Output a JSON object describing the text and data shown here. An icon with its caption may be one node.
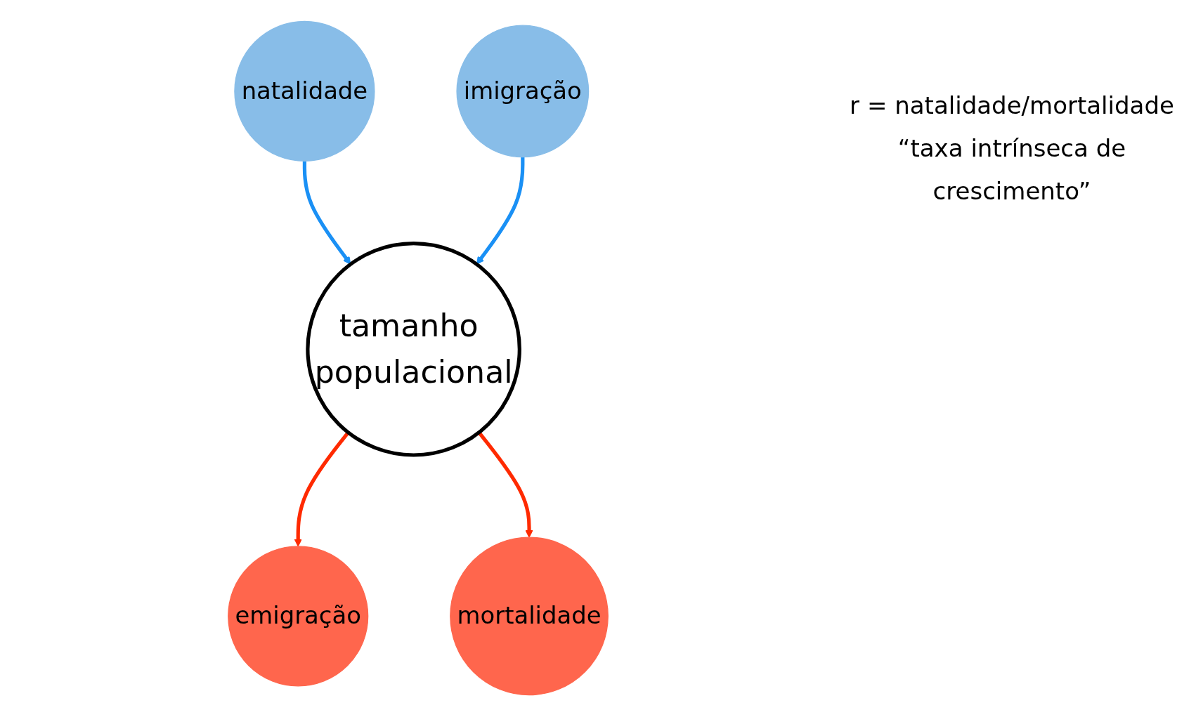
{
  "diagram": {
    "nodes": [
      {
        "text": [
          "natalidade"
        ]
      },
      {
        "text": [
          "imigração"
        ]
      },
      {
        "text": [
          "tamanho populacional"
        ]
      },
      {
        "text": [
          "emigração"
        ]
      },
      {
        "text": [
          "mortalidade"
        ]
      }
    ],
    "edges": [
      {
        "from": 0,
        "to": 2,
        "arrow": "to",
        "color": "#1a90f5"
      },
      {
        "from": 1,
        "to": 2,
        "arrow": "to",
        "color": "#1a90f5"
      },
      {
        "from": 2,
        "to": 3,
        "arrow": "to",
        "color": "#ff2a00"
      },
      {
        "from": 2,
        "to": 4,
        "arrow": "to",
        "color": "#ff2a00"
      }
    ],
    "labels": [
      "r = natalidade/mortalidade",
      "“taxa intrínseca de crescimento”"
    ]
  }
}
